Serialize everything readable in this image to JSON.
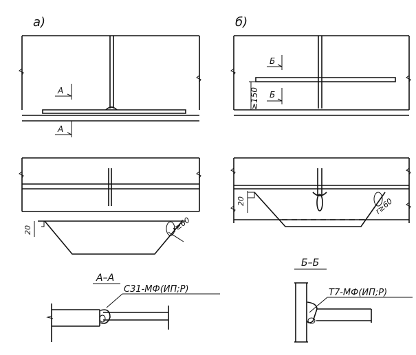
{
  "view_a": {
    "label": "а)",
    "section_mark_top": "А",
    "section_mark_bottom": "А",
    "dim_gap": "20",
    "dim_radius": "r≥60"
  },
  "view_b": {
    "label": "б)",
    "section_mark_top": "Б",
    "section_mark_bottom": "Б",
    "dim_spacing": "≥150",
    "dim_gap": "20",
    "dim_radius": "r≥60"
  },
  "section_aa": {
    "title": "А–А",
    "weld_code": "С31-МФ(ИП;Р)"
  },
  "section_bb": {
    "title": "Б–Б",
    "weld_code": "Т7-МФ(ИП;Р)"
  }
}
